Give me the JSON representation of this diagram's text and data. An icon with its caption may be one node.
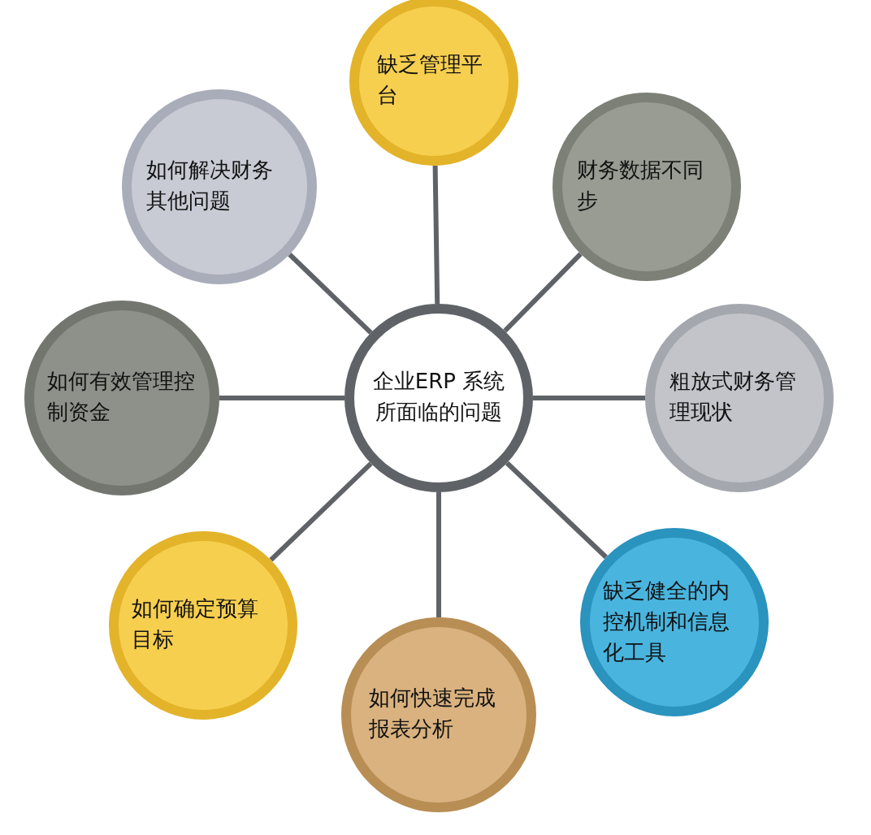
{
  "diagram": {
    "nodes": [
      {
        "text": [
          "企业ERP 系统所面临的问题"
        ]
      },
      {
        "text": [
          "缺乏管理平台"
        ]
      },
      {
        "text": [
          "如何解决财务其他问题"
        ]
      },
      {
        "text": [
          "财务数据不同步"
        ]
      },
      {
        "text": [
          "如何有效管理控制资金"
        ]
      },
      {
        "text": [
          "粗放式财务管理现状"
        ]
      },
      {
        "text": [
          "如何确定预算目标"
        ]
      },
      {
        "text": [
          "缺乏健全的内控机制和信息化工具"
        ]
      },
      {
        "text": [
          "如何快速完成报表分析"
        ]
      }
    ],
    "edges": [
      {
        "from": 0,
        "to": 1,
        "arrow": "none"
      },
      {
        "from": 0,
        "to": 2,
        "arrow": "none"
      },
      {
        "from": 0,
        "to": 3,
        "arrow": "none"
      },
      {
        "from": 0,
        "to": 4,
        "arrow": "none"
      },
      {
        "from": 0,
        "to": 5,
        "arrow": "none"
      },
      {
        "from": 0,
        "to": 6,
        "arrow": "none"
      },
      {
        "from": 0,
        "to": 7,
        "arrow": "none"
      },
      {
        "from": 0,
        "to": 8,
        "arrow": "none"
      }
    ]
  }
}
